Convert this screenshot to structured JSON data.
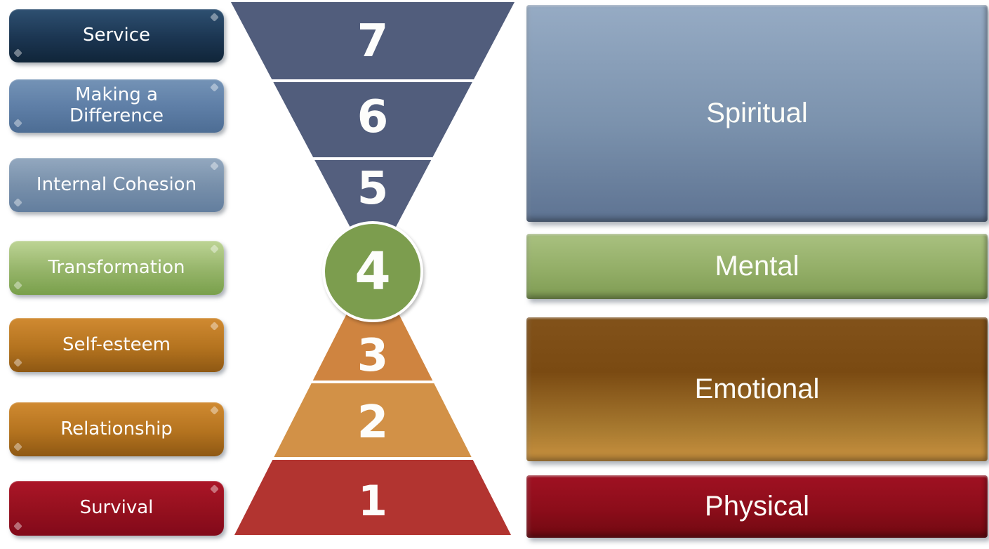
{
  "levels": [
    {
      "num": "7",
      "label": "Service"
    },
    {
      "num": "6",
      "label": "Making a Difference"
    },
    {
      "num": "5",
      "label": "Internal Cohesion"
    },
    {
      "num": "4",
      "label": "Transformation"
    },
    {
      "num": "3",
      "label": "Self-esteem"
    },
    {
      "num": "2",
      "label": "Relationship"
    },
    {
      "num": "1",
      "label": "Survival"
    }
  ],
  "categories": [
    {
      "label": "Spiritual"
    },
    {
      "label": "Mental"
    },
    {
      "label": "Emotional"
    },
    {
      "label": "Physical"
    }
  ],
  "colors": {
    "funnel_slate": "#515d7c",
    "circle_green": "#7c9d4e",
    "band3_orange": "#cf8440",
    "band2_orange": "#d29147",
    "band1_red": "#b23430",
    "service_navy": "#1d3a57",
    "making_difference_blue": "#5f7fa7",
    "internal_cohesion_blue": "#7890ab",
    "transformation_green": "#95b469",
    "self_esteem_orange": "#b4731f",
    "relationship_orange": "#b4731f",
    "survival_red": "#94101e",
    "spiritual_blue": "#7b92ad",
    "mental_green": "#93ae67",
    "emotional_brown": "#9a6a25",
    "physical_red": "#8c0d1a",
    "text_white": "#fdfdfb"
  }
}
